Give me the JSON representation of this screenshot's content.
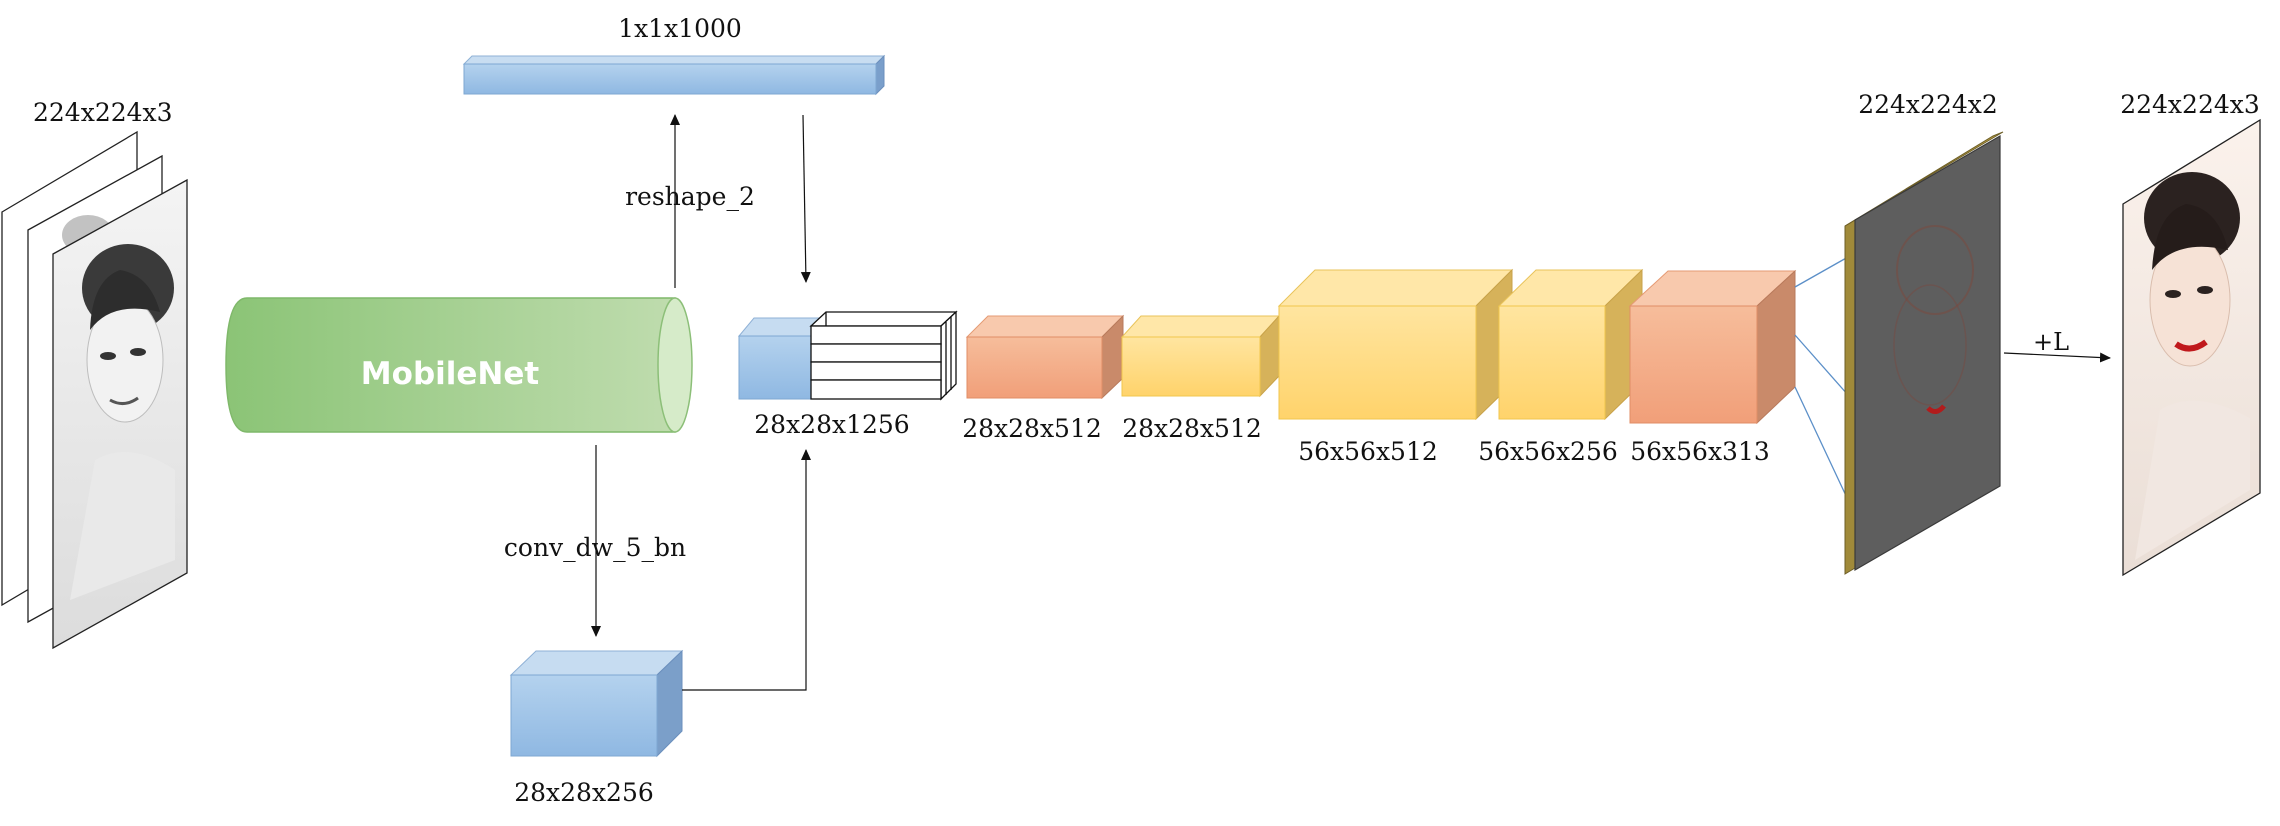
{
  "labels": {
    "input_size": "224x224x3",
    "output_size": "224x224x3",
    "fc_size": "1x1x1000",
    "reshape": "reshape_2",
    "conv_dw": "conv_dw_5_bn",
    "side_block": "28x28x256",
    "fusion": "28x28x1256",
    "dec1": "28x28x512",
    "dec2": "28x28x512",
    "dec3": "56x56x512",
    "dec4": "56x56x256",
    "dec5": "56x56x313",
    "ab_out": "224x224x2",
    "plus_l": "+L"
  },
  "encoder": {
    "name": "MobileNet"
  },
  "colors": {
    "blue": "#9dc3e6",
    "green": "#8dc47a",
    "orange": "#f4b183",
    "yellow": "#ffd966",
    "ab_panel": "#5f5f5f",
    "ab_edge": "#a08a3a"
  }
}
